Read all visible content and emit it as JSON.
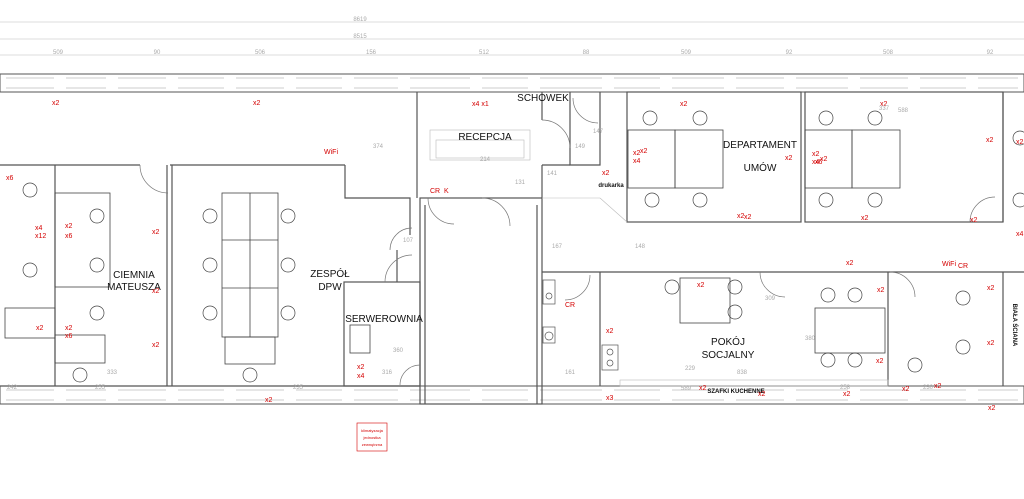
{
  "plan": {
    "overall_dims": [
      "8619",
      "8515"
    ],
    "segment_dims": [
      "509",
      "90",
      "506",
      "156",
      "512",
      "88",
      "509",
      "92",
      "508",
      "92"
    ],
    "rooms": [
      {
        "id": "recepcja",
        "label": "RECEPCJA"
      },
      {
        "id": "schowek",
        "label": "SCHOWEK"
      },
      {
        "id": "departament",
        "line1": "DEPARTAMENT",
        "line2": "UMÓW"
      },
      {
        "id": "ciemnia",
        "line1": "CIEMNIA",
        "line2": "MATEUSZA"
      },
      {
        "id": "zespol",
        "line1": "ZESPÓŁ",
        "line2": "DPW"
      },
      {
        "id": "serwerownia",
        "label": "SERWEROWNIA"
      },
      {
        "id": "pokoj",
        "line1": "POKÓJ",
        "line2": "SOCJALNY"
      }
    ],
    "small_labels": {
      "drukarka": "drukarka",
      "szafki": "SZAFKI KUCHENNE",
      "biala": "BIAŁA ŚCIANA"
    },
    "red_notes": [
      "klimatyzacja",
      "jednostka",
      "zewnętrzna"
    ],
    "markers": [
      "x2",
      "x2",
      "x4 x1",
      "x2",
      "x2",
      "x2",
      "x2",
      "x4",
      "x2",
      "x2",
      "x4",
      "x6",
      "x4",
      "x2",
      "x2",
      "x6",
      "x2",
      "x2",
      "x12",
      "x6",
      "x2",
      "x2",
      "x2",
      "x2",
      "x2",
      "x2",
      "x2",
      "x4",
      "x6",
      "x2",
      "x2",
      "x2",
      "x2",
      "x2",
      "x2",
      "x4",
      "x2",
      "x2",
      "x2",
      "x2",
      "x2",
      "x2",
      "x3",
      "x2",
      "x2",
      "x2",
      "x2",
      "x2",
      "x2"
    ],
    "badges": [
      "WiFi",
      "WiFi",
      "CR",
      "K",
      "CR",
      "CR"
    ],
    "room_dims": [
      "374",
      "214",
      "107",
      "167",
      "141",
      "147",
      "131",
      "148",
      "149",
      "161",
      "309",
      "229",
      "337",
      "333",
      "255",
      "242",
      "235",
      "316",
      "838",
      "258",
      "230",
      "589",
      "588",
      "380",
      "360"
    ]
  },
  "colors": {
    "wall": "#555555",
    "light_wall": "#bbbbbb",
    "furniture": "#444444",
    "marker": "#d40000",
    "dim": "#aaaaaa"
  }
}
